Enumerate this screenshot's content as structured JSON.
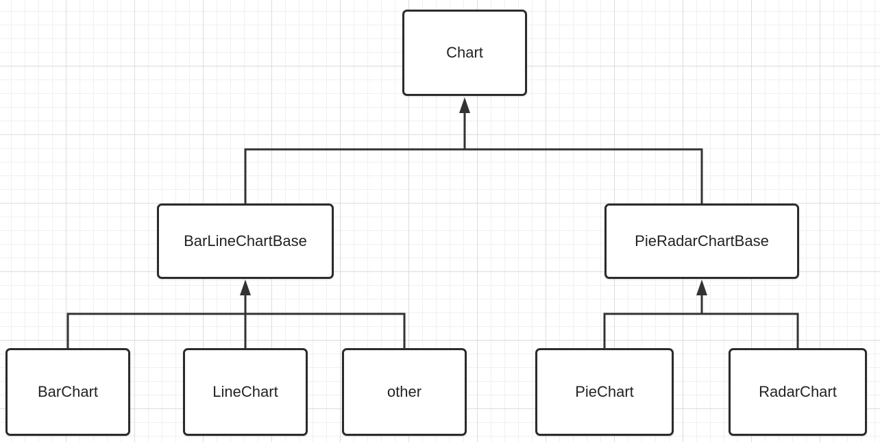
{
  "diagram": {
    "nodes": {
      "chart": "Chart",
      "barline_base": "BarLineChartBase",
      "pieradar_base": "PieRadarChartBase",
      "barchart": "BarChart",
      "linechart": "LineChart",
      "other": "other",
      "piechart": "PieChart",
      "radarchart": "RadarChart"
    },
    "edges": [
      {
        "from": "BarLineChartBase",
        "to": "Chart"
      },
      {
        "from": "PieRadarChartBase",
        "to": "Chart"
      },
      {
        "from": "BarChart",
        "to": "BarLineChartBase"
      },
      {
        "from": "LineChart",
        "to": "BarLineChartBase"
      },
      {
        "from": "other",
        "to": "BarLineChartBase"
      },
      {
        "from": "PieChart",
        "to": "PieRadarChartBase"
      },
      {
        "from": "RadarChart",
        "to": "PieRadarChartBase"
      }
    ],
    "colors": {
      "line": "#333333",
      "box_border": "#2b2b2b",
      "grid": "#dcdcdc"
    }
  }
}
